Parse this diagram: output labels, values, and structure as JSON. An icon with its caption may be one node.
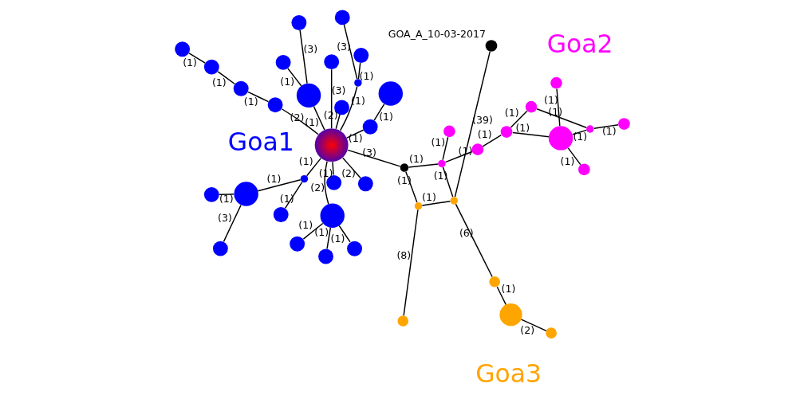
{
  "diagram": {
    "nodes": [
      {
        "text": [],
        "shape": "circle"
      },
      {
        "text": [],
        "shape": "circle"
      },
      {
        "text": [],
        "shape": "circle"
      },
      {
        "text": [],
        "shape": "circle"
      },
      {
        "text": [],
        "shape": "circle"
      },
      {
        "text": [],
        "shape": "circle"
      },
      {
        "text": [],
        "shape": "circle"
      },
      {
        "text": [],
        "shape": "circle"
      },
      {
        "text": [],
        "shape": "circle"
      },
      {
        "text": [],
        "shape": "circle"
      },
      {
        "text": [],
        "shape": "circle"
      },
      {
        "text": [],
        "shape": "circle"
      },
      {
        "text": [],
        "shape": "circle"
      },
      {
        "text": [],
        "shape": "circle"
      },
      {
        "text": [],
        "shape": "circle"
      },
      {
        "text": [],
        "shape": "circle"
      },
      {
        "text": [],
        "shape": "circle"
      },
      {
        "text": [],
        "shape": "circle"
      },
      {
        "text": [],
        "shape": "circle"
      },
      {
        "text": [],
        "shape": "circle"
      },
      {
        "text": [],
        "shape": "circle"
      },
      {
        "text": [],
        "shape": "circle"
      },
      {
        "text": [],
        "shape": "circle"
      },
      {
        "text": [],
        "shape": "circle"
      },
      {
        "text": [],
        "shape": "circle"
      },
      {
        "text": [],
        "shape": "circle"
      },
      {
        "text": [],
        "shape": "circle"
      },
      {
        "text": [],
        "shape": "circle"
      },
      {
        "text": [],
        "shape": "circle"
      },
      {
        "text": [],
        "shape": "circle"
      },
      {
        "text": [],
        "shape": "circle"
      },
      {
        "text": [],
        "shape": "circle"
      },
      {
        "text": [],
        "shape": "circle"
      },
      {
        "text": [],
        "shape": "circle"
      },
      {
        "text": [],
        "shape": "circle"
      },
      {
        "text": [],
        "shape": "circle"
      },
      {
        "text": [],
        "shape": "circle"
      },
      {
        "text": [],
        "shape": "circle"
      },
      {
        "text": [],
        "shape": "circle"
      },
      {
        "text": [],
        "shape": "circle",
        "beside": [
          "GOA_A_10-03-2017"
        ]
      },
      {
        "text": [],
        "shape": "circle"
      },
      {
        "text": [],
        "shape": "circle"
      },
      {
        "text": [],
        "shape": "circle"
      },
      {
        "text": [],
        "shape": "circle"
      }
    ],
    "edges": [
      {
        "from": 1,
        "to": 2,
        "arrow": "none",
        "label": "(1)"
      },
      {
        "from": 2,
        "to": 3,
        "arrow": "none",
        "label": "(1)"
      },
      {
        "from": 3,
        "to": 4,
        "arrow": "none",
        "label": "(1)"
      },
      {
        "from": 4,
        "to": 0,
        "arrow": "none",
        "label": "(2)"
      },
      {
        "from": 5,
        "to": 0,
        "arrow": "none",
        "label": "(2)"
      },
      {
        "from": 6,
        "to": 0,
        "arrow": "none",
        "label": "(3)"
      },
      {
        "from": 8,
        "to": 7,
        "arrow": "none",
        "label": "(3)"
      },
      {
        "from": 9,
        "to": 7,
        "arrow": "none",
        "label": "(1)"
      },
      {
        "from": 7,
        "to": 0,
        "arrow": "none",
        "label": "(1)"
      },
      {
        "from": 12,
        "to": 11,
        "arrow": "none",
        "label": "(1)"
      },
      {
        "from": 13,
        "to": 11,
        "arrow": "none",
        "label": "(3)"
      },
      {
        "from": 11,
        "to": 10,
        "arrow": "none",
        "label": "(1)"
      },
      {
        "from": 14,
        "to": 10,
        "arrow": "none",
        "label": "(1)"
      },
      {
        "from": 10,
        "to": 0,
        "arrow": "none",
        "label": "(1)"
      },
      {
        "from": 0,
        "to": 15,
        "arrow": "none",
        "label": "(1)"
      },
      {
        "from": 0,
        "to": 16,
        "arrow": "none",
        "label": "(1)"
      },
      {
        "from": 16,
        "to": 17,
        "arrow": "none",
        "label": "(1)"
      },
      {
        "from": 16,
        "to": 18,
        "arrow": "none",
        "label": "(3)"
      },
      {
        "from": 0,
        "to": 19,
        "arrow": "none",
        "label": "(1)"
      },
      {
        "from": 19,
        "to": 20,
        "arrow": "none",
        "label": "(1)"
      },
      {
        "from": 0,
        "to": 21,
        "arrow": "none",
        "label": "(2)"
      },
      {
        "from": 0,
        "to": 22,
        "arrow": "none",
        "label": "(2)"
      },
      {
        "from": 22,
        "to": 23,
        "arrow": "none",
        "label": "(1)"
      },
      {
        "from": 22,
        "to": 24,
        "arrow": "none",
        "label": "(1)"
      },
      {
        "from": 22,
        "to": 25,
        "arrow": "none",
        "label": "(1)"
      },
      {
        "from": 0,
        "to": 26,
        "arrow": "none",
        "label": "(3)"
      },
      {
        "from": 26,
        "to": 27,
        "arrow": "none",
        "label": "(1)"
      },
      {
        "from": 26,
        "to": 37,
        "arrow": "none",
        "label": "(1)"
      },
      {
        "from": 28,
        "to": 27,
        "arrow": "none",
        "label": "(1)"
      },
      {
        "from": 27,
        "to": 29,
        "arrow": "none",
        "label": "(1)"
      },
      {
        "from": 29,
        "to": 30,
        "arrow": "none",
        "label": "(1)"
      },
      {
        "from": 27,
        "to": 38,
        "arrow": "none",
        "label": "(1)"
      },
      {
        "from": 37,
        "to": 38,
        "arrow": "none",
        "label": "(1)"
      },
      {
        "from": 30,
        "to": 31,
        "arrow": "none",
        "label": "(1)"
      },
      {
        "from": 30,
        "to": 32,
        "arrow": "none",
        "label": "(1)"
      },
      {
        "from": 32,
        "to": 33,
        "arrow": "none",
        "label": "(1)"
      },
      {
        "from": 31,
        "to": 33,
        "arrow": "none",
        "label": "(1)"
      },
      {
        "from": 34,
        "to": 31,
        "arrow": "none",
        "label": "(1)"
      },
      {
        "from": 31,
        "to": 35,
        "arrow": "none",
        "label": "(1)"
      },
      {
        "from": 33,
        "to": 36,
        "arrow": "none",
        "label": "(1)"
      },
      {
        "from": 38,
        "to": 39,
        "arrow": "none",
        "label": "(39)"
      },
      {
        "from": 38,
        "to": 40,
        "arrow": "none",
        "label": "(6)"
      },
      {
        "from": 40,
        "to": 41,
        "arrow": "none",
        "label": "(1)"
      },
      {
        "from": 41,
        "to": 42,
        "arrow": "none",
        "label": "(2)"
      },
      {
        "from": 37,
        "to": 43,
        "arrow": "none",
        "label": "(8)"
      }
    ],
    "labels": [
      "Goa1",
      "Goa2",
      "Goa3"
    ]
  }
}
